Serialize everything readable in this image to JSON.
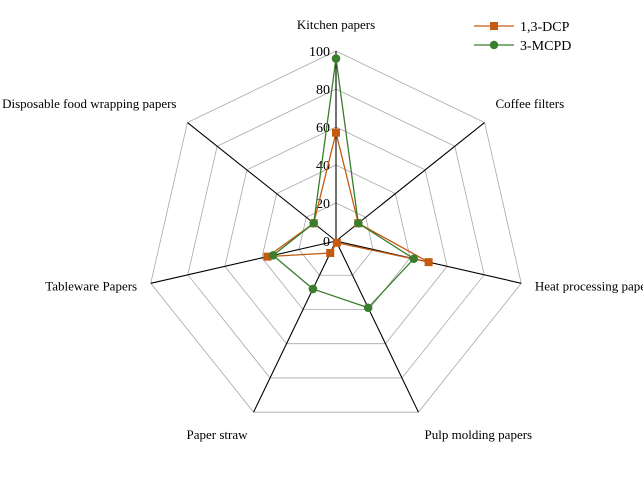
{
  "chart_data": {
    "type": "radar",
    "categories": [
      "Kitchen papers",
      "Coffee filters",
      "Heat processing papers",
      "Pulp molding papers",
      "Paper straw",
      "Tableware Papers",
      "Disposable food wrapping papers"
    ],
    "series": [
      {
        "name": "1,3-DCP",
        "color": "#c55a11",
        "marker": "square",
        "values": [
          57,
          15,
          50,
          1,
          7,
          37,
          15
        ]
      },
      {
        "name": "3-MCPD",
        "color": "#3a7d2c",
        "marker": "circle",
        "values": [
          96,
          15,
          42,
          39,
          28,
          34,
          15
        ]
      }
    ],
    "rlim": [
      0,
      100
    ],
    "ticks": [
      0,
      20,
      40,
      60,
      80,
      100
    ],
    "grid": true,
    "legend_position": "top-right"
  }
}
